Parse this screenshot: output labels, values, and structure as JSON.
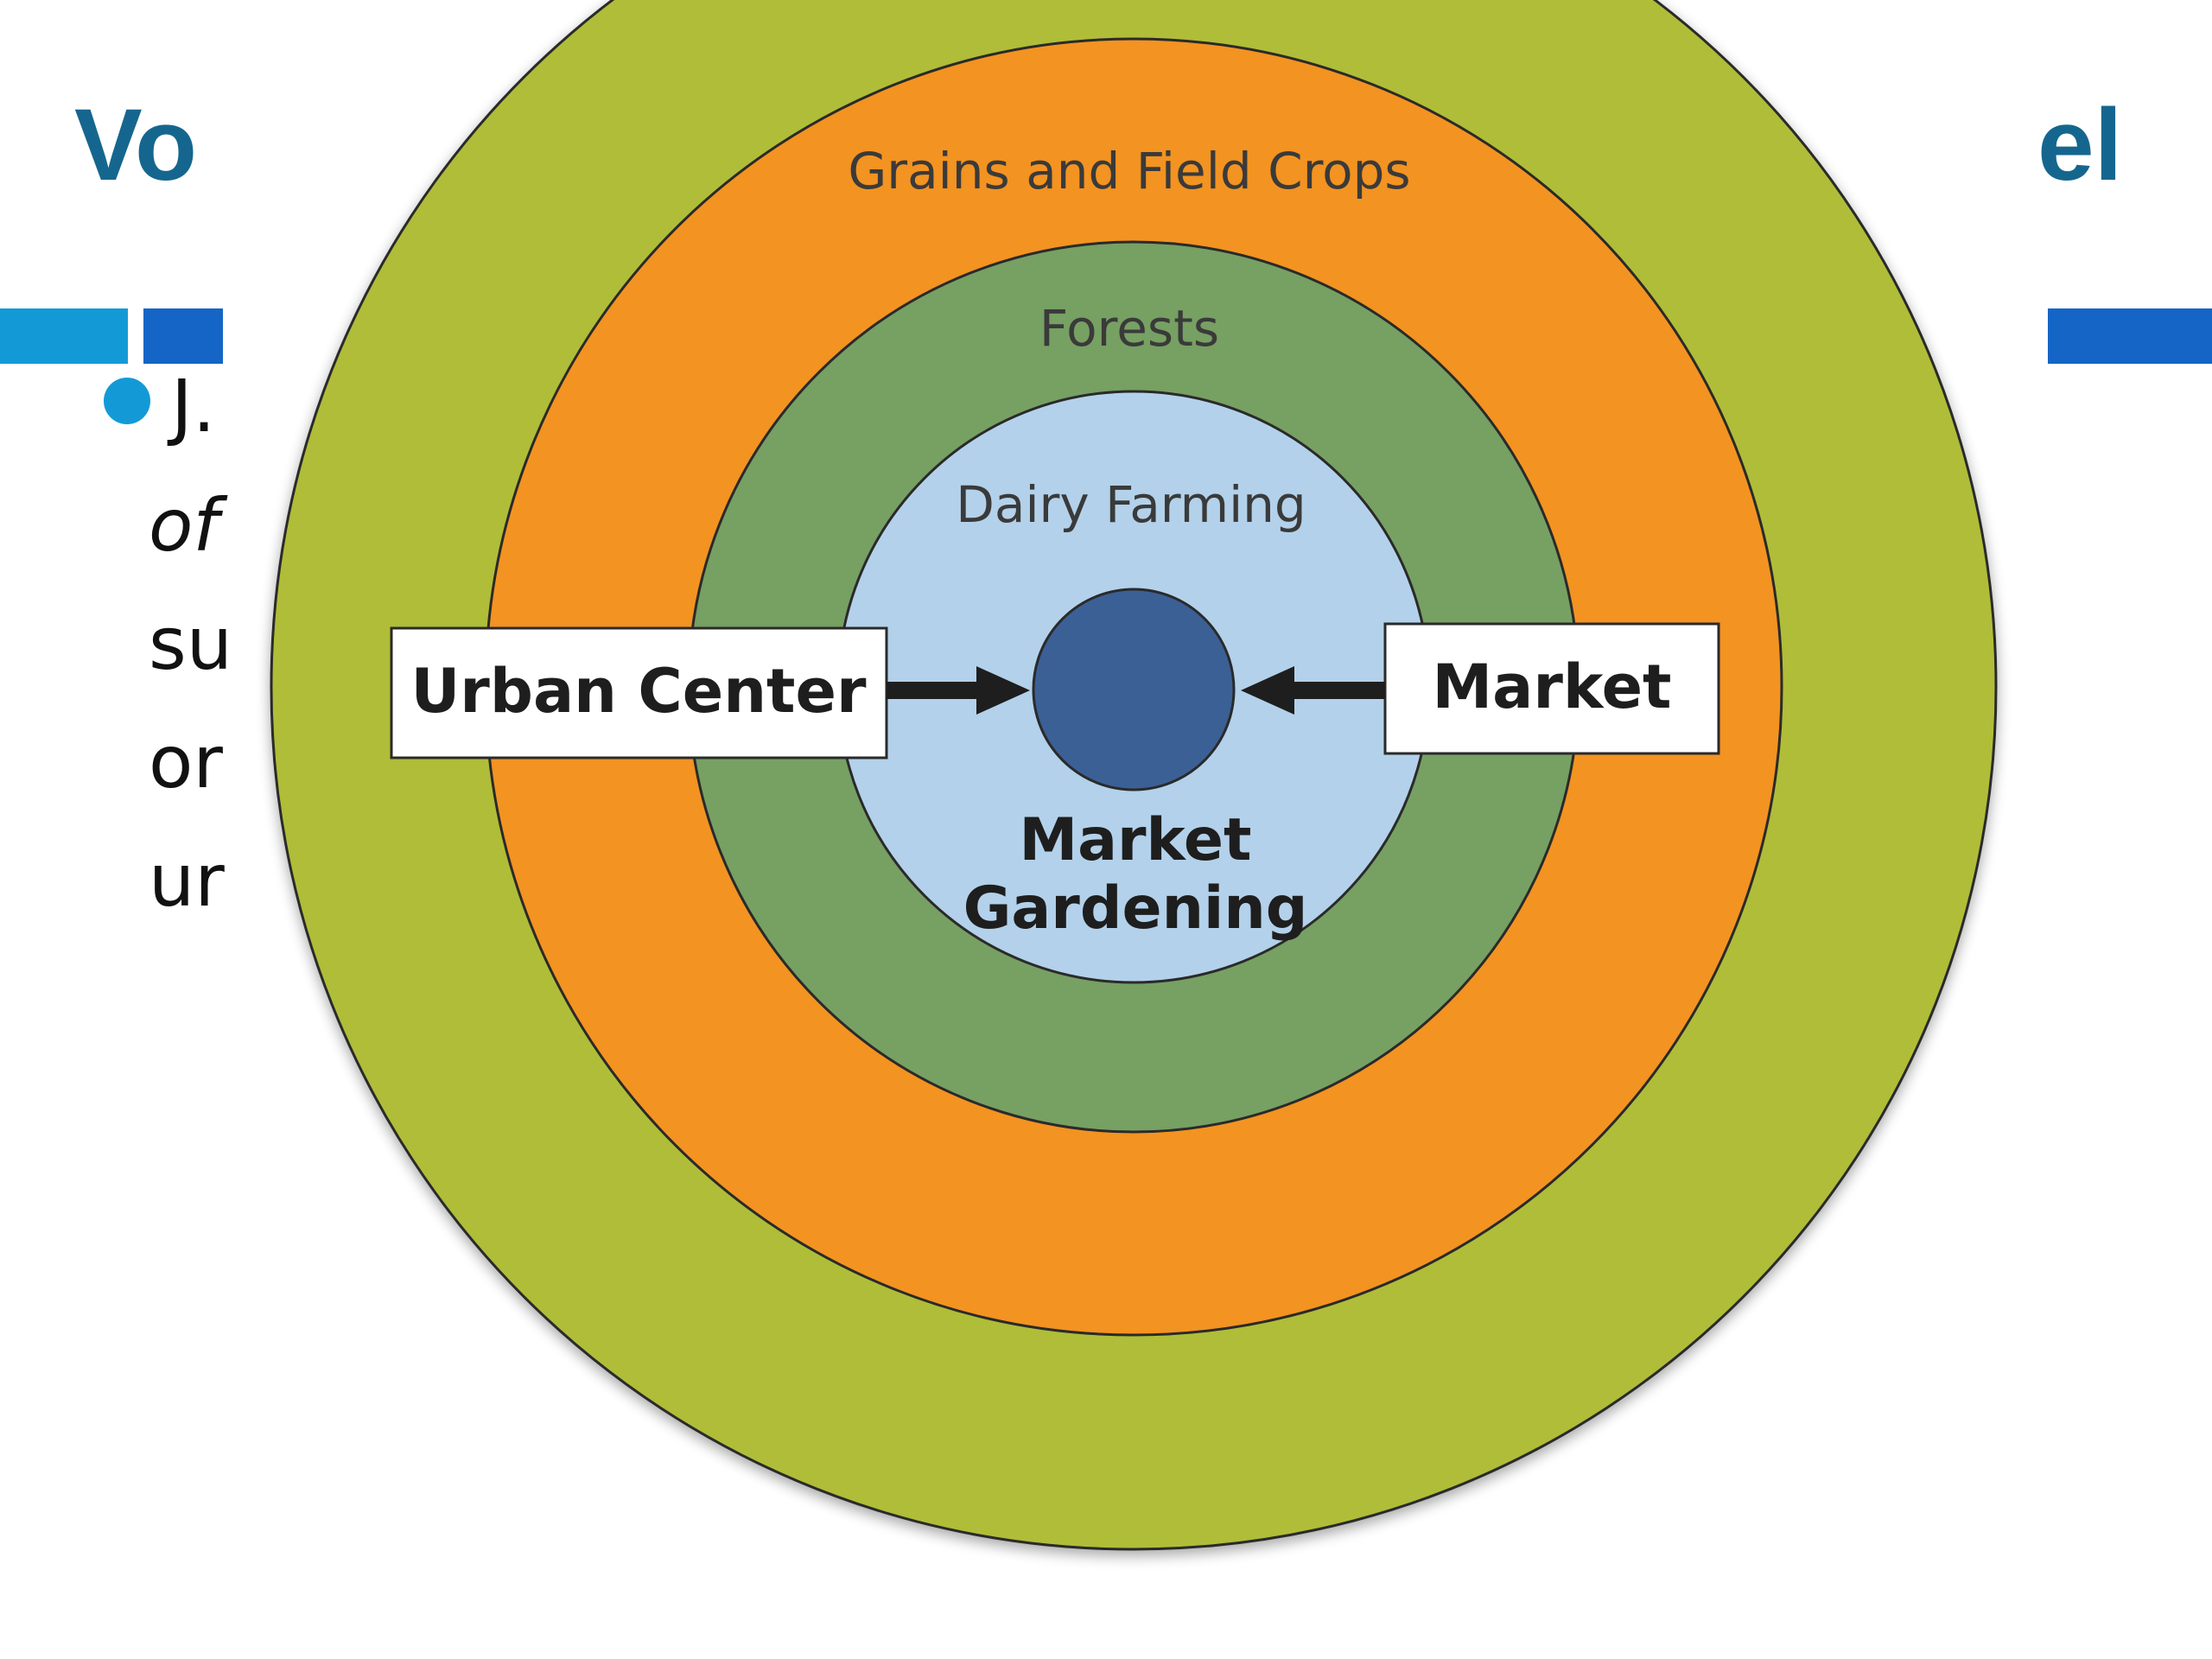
{
  "slide": {
    "title_left_fragment": "Vo",
    "title_right_fragment": "el",
    "body_fragments": [
      "J.",
      "of",
      "su",
      "or",
      "ur"
    ]
  },
  "diagram": {
    "rings": [
      {
        "label": "",
        "color": "#b0bd37"
      },
      {
        "label": "Grains and Field Crops",
        "color": "#f39321"
      },
      {
        "label": "Forests",
        "color": "#77a063"
      },
      {
        "label": "Dairy Farming",
        "color": "#b3d1ea"
      }
    ],
    "center": {
      "label_line1": "Market",
      "label_line2": "Gardening",
      "color": "#3b6096"
    },
    "left_box": "Urban Center",
    "right_box": "Market"
  },
  "colors": {
    "title": "#15668e",
    "bar_light": "#139ad6",
    "bar_dark": "#1565c6",
    "bullet": "#139ad6",
    "outline": "#2a2a2a",
    "arrow": "#1e1e1e"
  }
}
